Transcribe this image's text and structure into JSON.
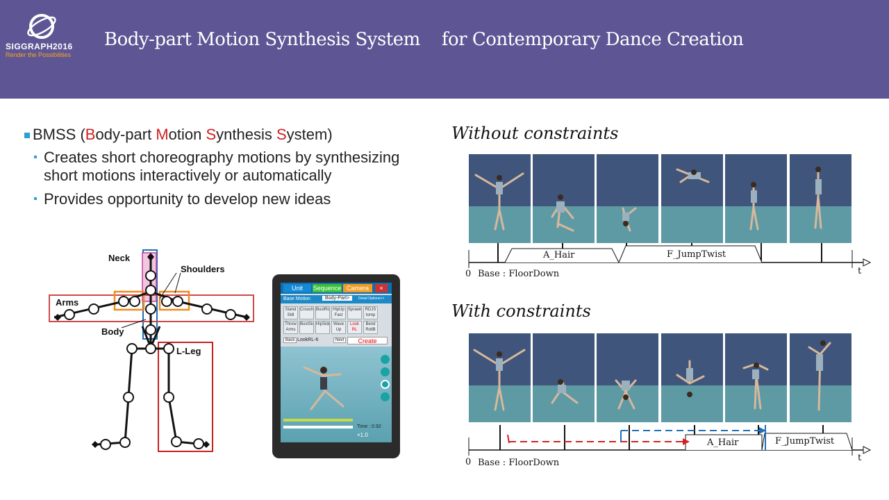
{
  "header": {
    "logo_text": "SIGGRAPH2016",
    "logo_tagline": "Render the Possibilities",
    "title": "Body-part Motion Synthesis System    for Contemporary Dance Creation",
    "colors": {
      "header_bg": "#5e5594",
      "tagline": "#f5a623"
    }
  },
  "bullets": {
    "main_prefix": "BMSS (",
    "main_parts": [
      {
        "accent": "B",
        "rest": "ody-part "
      },
      {
        "accent": "M",
        "rest": "otion "
      },
      {
        "accent": "S",
        "rest": "ynthesis "
      },
      {
        "accent": "S",
        "rest": "ystem"
      }
    ],
    "main_suffix": ")",
    "sub": [
      "Creates short choreography motions by synthesizing short motions interactively or automatically",
      "Provides opportunity to develop new ideas"
    ]
  },
  "skeleton": {
    "labels": {
      "neck": "Neck",
      "shoulders": "Shoulders",
      "arms": "Arms",
      "body": "Body",
      "leg": "L-Leg"
    }
  },
  "tablet": {
    "tabs": [
      "Unit",
      "Sequence",
      "Camera",
      "×"
    ],
    "base_motion_label": "Base Motion",
    "body_part_button": "Body-Part>",
    "detail_options": "Detail Options>>",
    "grid_cells": [
      "Stand Still",
      "Crouch",
      "BustRoll",
      "HipUp Fast",
      "Sprawled",
      "RDJS tomp",
      "Throw Arms",
      "BustSide",
      "HipSide",
      "Wave Up",
      "Look RL",
      "Bend RollB"
    ],
    "back_label": "Back",
    "current_motion": "LookRL-6",
    "next_label": "Next",
    "create_label": "Create",
    "time_label": "Time : 0.92",
    "speed_label": "×1.0"
  },
  "without": {
    "title": "Without constraints",
    "blocks": [
      "A_Hair",
      "F_JumpTwist"
    ],
    "base_label": "Base : FloorDown",
    "origin": "0",
    "axis": "t"
  },
  "with": {
    "title": "With constraints",
    "blocks": [
      "A_Hair",
      "F_JumpTwist"
    ],
    "base_label": "Base : FloorDown",
    "origin": "0",
    "axis": "t"
  }
}
